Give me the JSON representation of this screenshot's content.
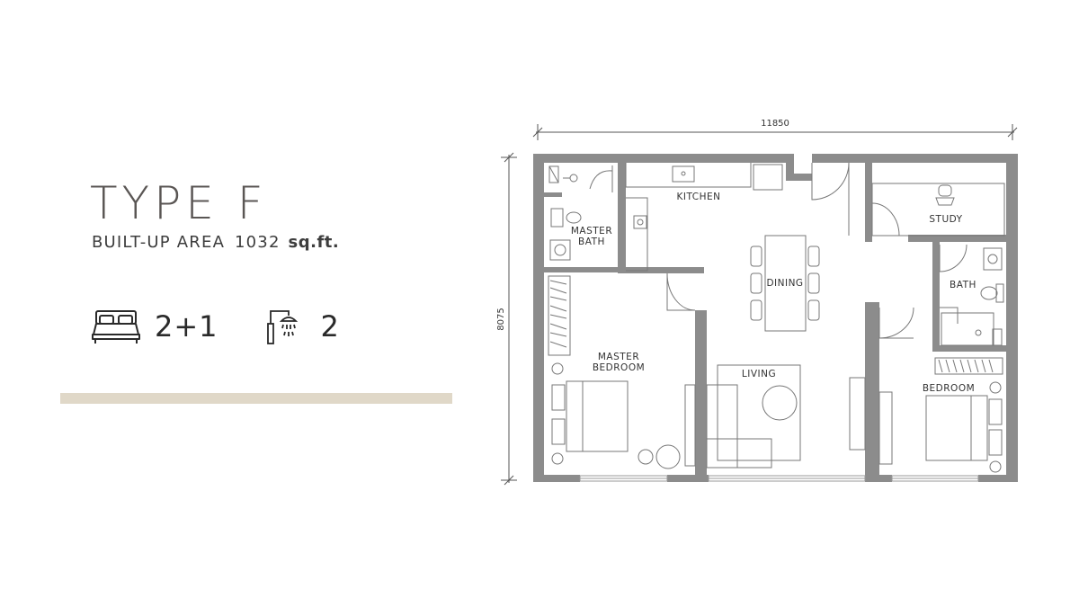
{
  "unit": {
    "type_title": "TYPE F",
    "area_label": "BUILT-UP AREA",
    "area_value": "1032",
    "area_unit": "sq.ft."
  },
  "stats": {
    "bedrooms": "2+1",
    "bathrooms": "2",
    "bed_icon": "bed-icon",
    "bath_icon": "shower-icon"
  },
  "floorplan": {
    "width_dim": "11850",
    "height_dim": "8075",
    "rooms": {
      "kitchen": "KITCHEN",
      "master_bath_line1": "MASTER",
      "master_bath_line2": "BATH",
      "study": "STUDY",
      "dining": "DINING",
      "bath": "BATH",
      "master_bedroom_line1": "MASTER",
      "master_bedroom_line2": "BEDROOM",
      "living": "LIVING",
      "bedroom": "BEDROOM"
    }
  },
  "colors": {
    "wall": "#8c8c8c",
    "title_text": "#5a5654",
    "divider": "#e0d8c8"
  }
}
